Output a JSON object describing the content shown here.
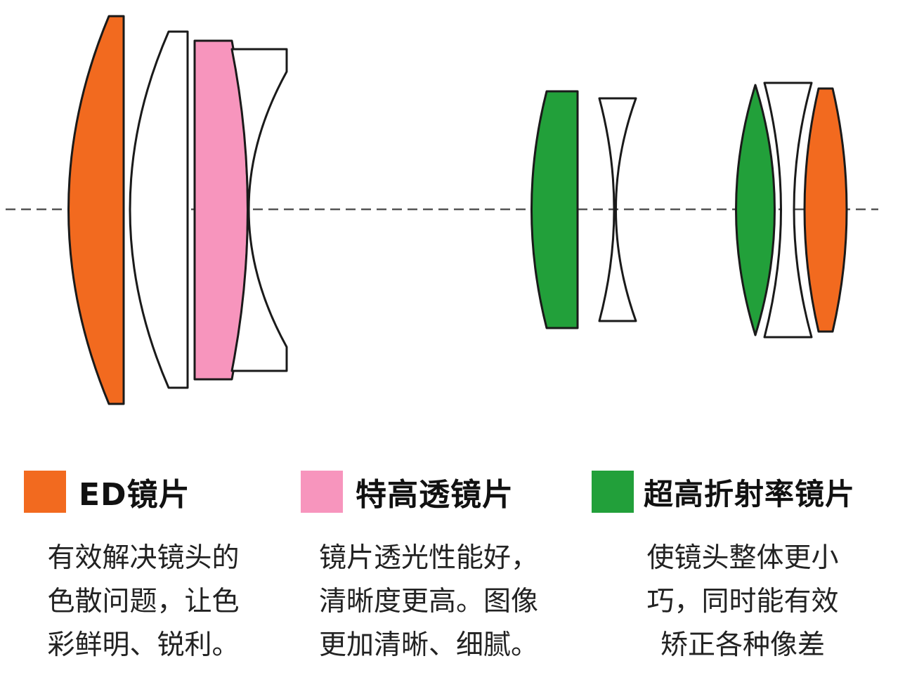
{
  "colors": {
    "ed": "#f26a1f",
    "high_transmission": "#f795bd",
    "high_refraction": "#22a03a",
    "plain_lens": "#ffffff",
    "outline": "#1a1a1a",
    "axis": "#555555"
  },
  "legend": [
    {
      "title": "ED镜片",
      "color_key": "ed",
      "description": [
        "有效解决镜头的",
        "色散问题，让色",
        "彩鲜明、锐利。"
      ]
    },
    {
      "title": "特高透镜片",
      "color_key": "high_transmission",
      "description": [
        "镜片透光性能好，",
        "清晰度更高。图像",
        "更加清晰、细腻。"
      ]
    },
    {
      "title": "超高折射率镜片",
      "color_key": "high_refraction",
      "description": [
        "使镜头整体更小",
        "巧，同时能有效",
        "矫正各种像差"
      ]
    }
  ]
}
